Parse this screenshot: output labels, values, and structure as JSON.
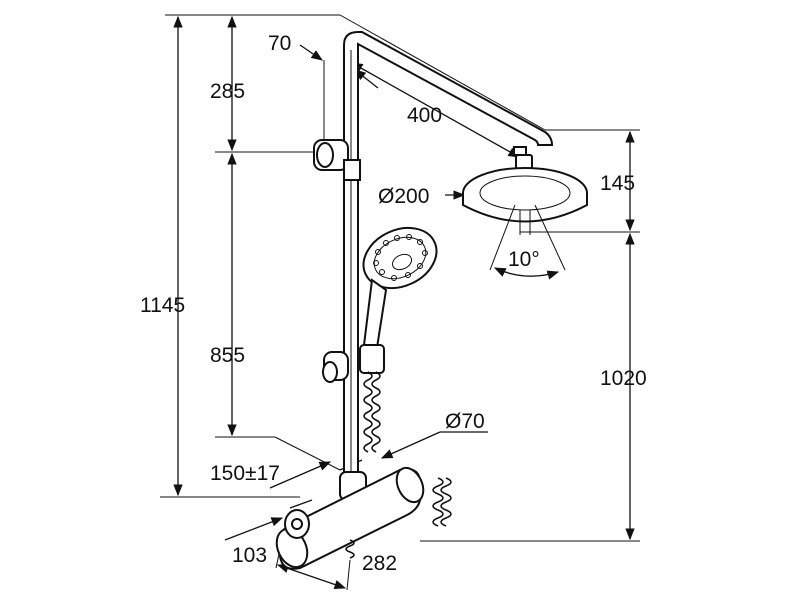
{
  "drawing": {
    "dimensions": {
      "total_height": "1145",
      "rail_top_gap": "285",
      "rail_length": "855",
      "arm_offset": "70",
      "arm_length": "400",
      "head_diameter": "Ø200",
      "head_height": "145",
      "spray_angle": "10°",
      "head_clearance": "1020",
      "thermostat_diameter": "Ø70",
      "wall_distance": "150±17",
      "depth": "103",
      "width": "282"
    }
  }
}
